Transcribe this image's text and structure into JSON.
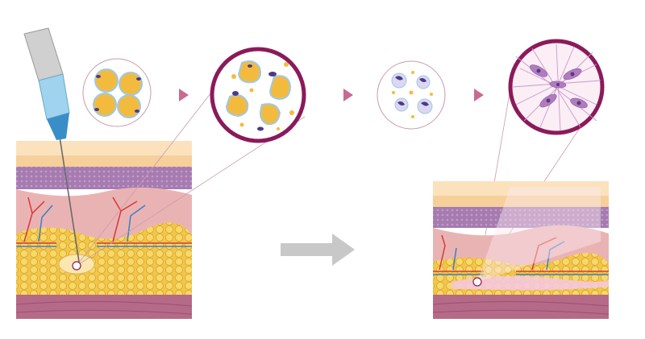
{
  "diagram": {
    "stages": [
      "injection",
      "fat-cells",
      "disrupted-fat-cells",
      "cell-debris",
      "collagen-fibroblasts",
      "result"
    ],
    "colors": {
      "epidermis": "#f6cf9a",
      "epidermis_top": "#fbe2bd",
      "basal": "#a57bb0",
      "dermis": "#eab3b3",
      "fat": "#f2c64a",
      "muscle": "#b56a87",
      "circle_border": "#8b1a5a",
      "thin_border": "#c99aae",
      "arrow_small": "#c96a92",
      "arrow_big": "#c8c8c8",
      "fibroblast": "#b07cc0",
      "syringe_fluid": "#9fd3ee"
    }
  }
}
